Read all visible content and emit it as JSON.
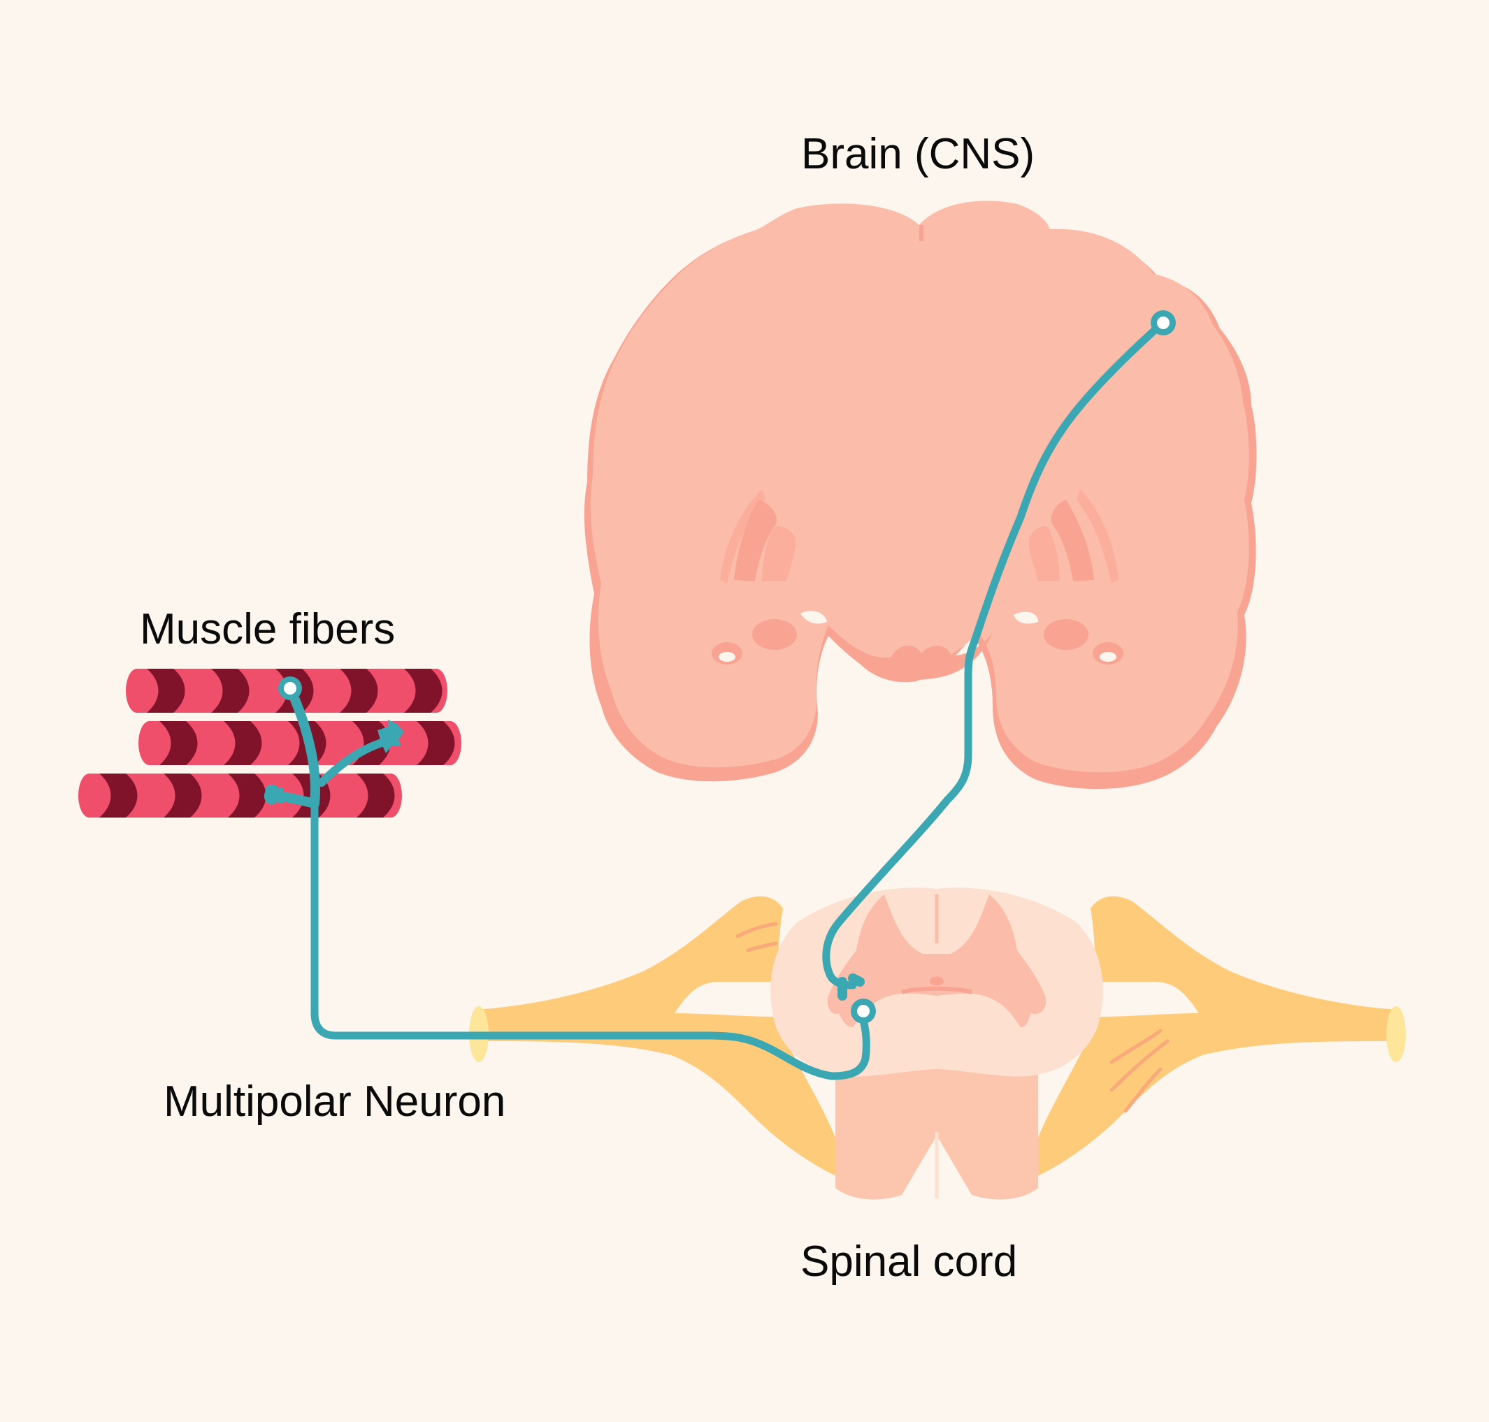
{
  "diagram": {
    "title": "Motor neuron pathway from brain to muscle",
    "labels": {
      "brain": "Brain (CNS)",
      "muscle": "Muscle fibers",
      "neuron": "Multipolar Neuron",
      "spinal": "Spinal cord"
    },
    "colors": {
      "background": "#fdf6ef",
      "brain": "#fcbcaa",
      "brain_shadow": "#f9a493",
      "muscle_light": "#ef4f6a",
      "muscle_dark": "#80132a",
      "neuron": "#3aa7b3",
      "spinal_nerve": "#fdcb7a",
      "spinal_white": "#fde0cf",
      "spinal_grey": "#fbbca8"
    },
    "parts": [
      "brain",
      "upper-motor-neuron",
      "spinal-cord",
      "lower-motor-neuron",
      "muscle-fibers"
    ]
  }
}
